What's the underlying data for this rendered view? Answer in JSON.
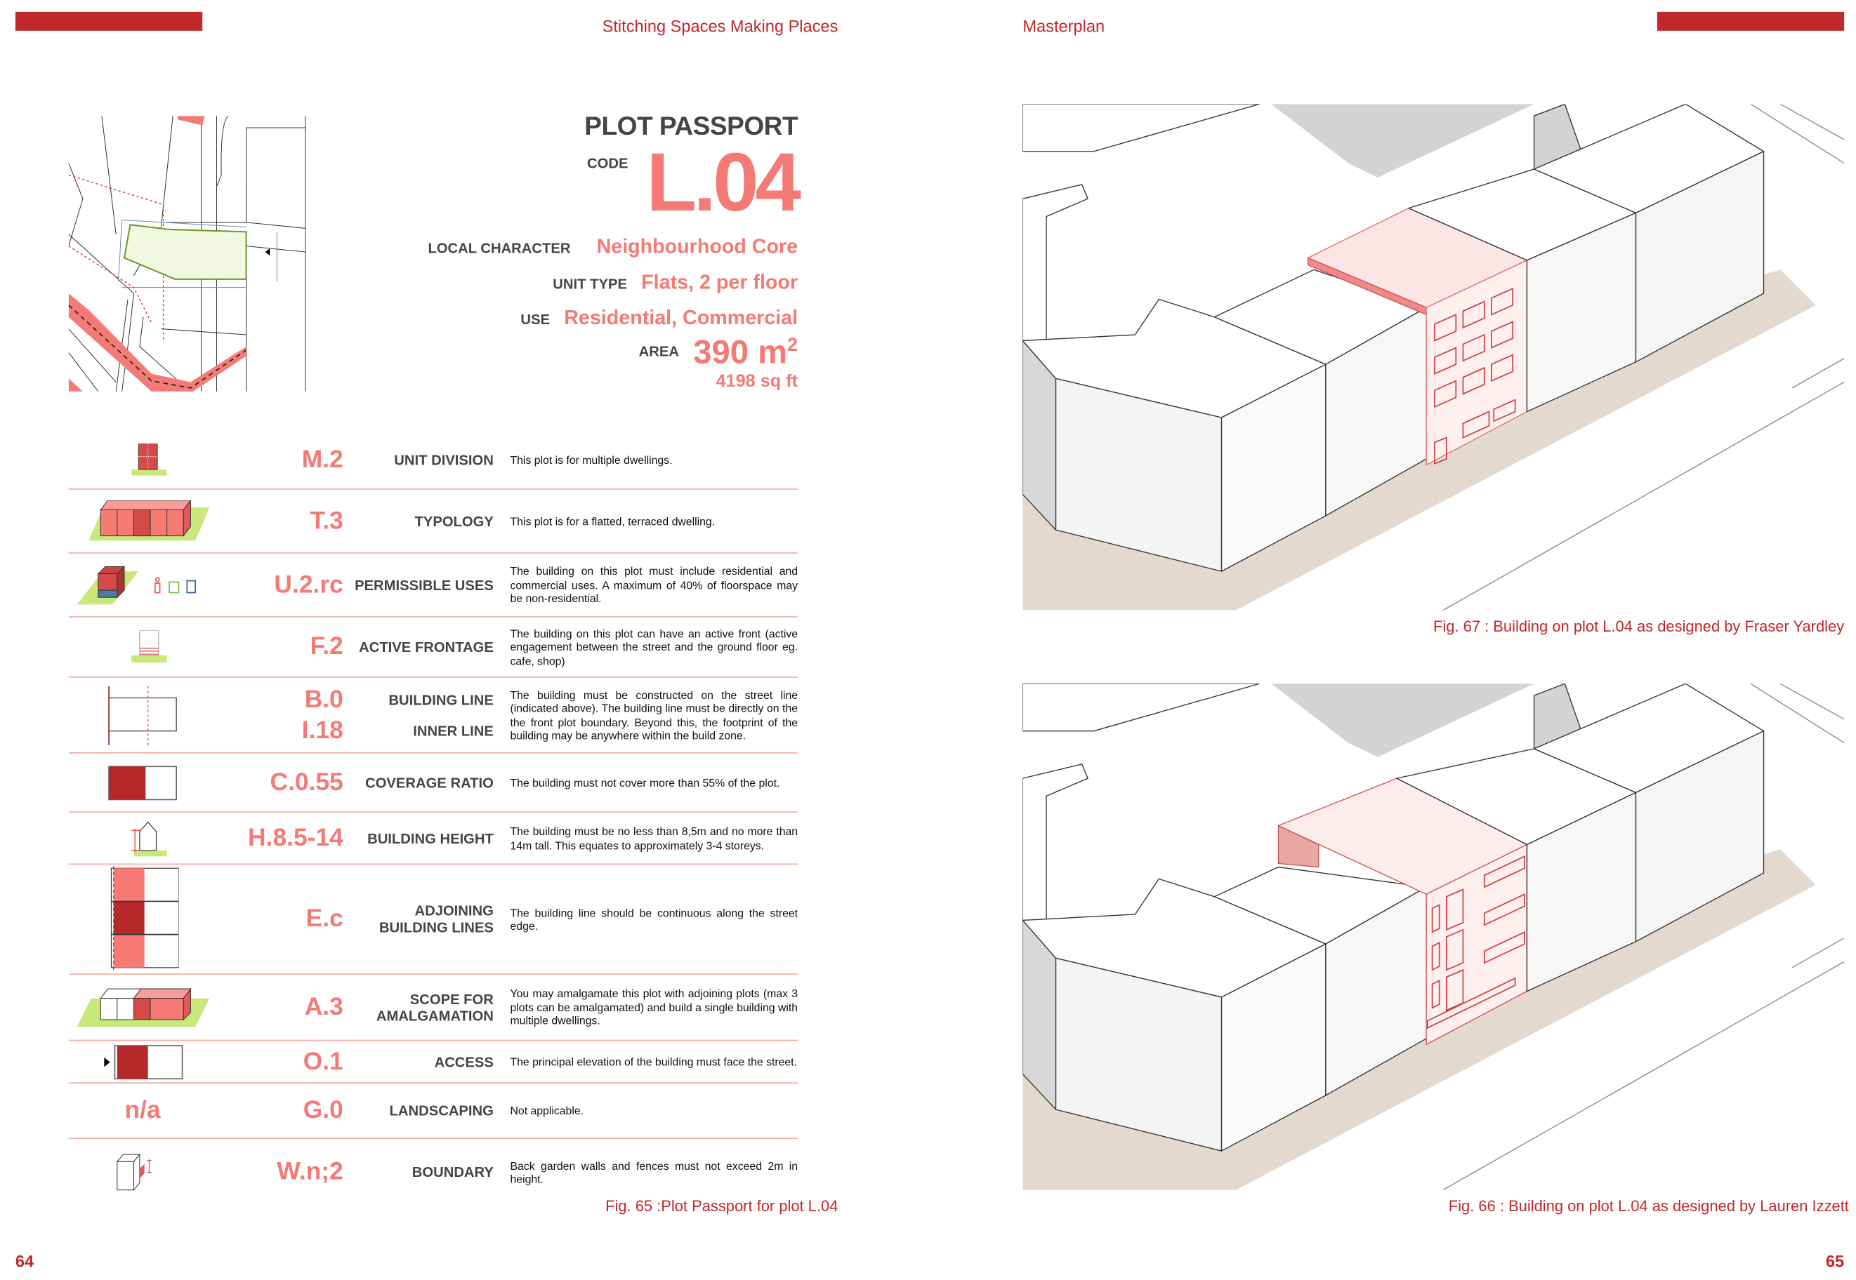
{
  "header": {
    "left": "Stitching Spaces Making Places",
    "right": "Masterplan"
  },
  "passport": {
    "title": "PLOT PASSPORT",
    "code_label": "CODE",
    "code": "L.04",
    "local_character_label": "LOCAL CHARACTER",
    "local_character": "Neighbourhood Core",
    "unit_type_label": "UNIT TYPE",
    "unit_type": "Flats, 2 per floor",
    "use_label": "USE",
    "use": "Residential, Commercial",
    "area_label": "AREA",
    "area": "390 m",
    "area_sup": "2",
    "area_ft": "4198 sq ft"
  },
  "rows": [
    {
      "icon": "unit-division-icon",
      "code": "M.2",
      "label": "UNIT DIVISION",
      "desc": "This plot is for multiple dwellings."
    },
    {
      "icon": "typology-icon",
      "code": "T.3",
      "label": "TYPOLOGY",
      "desc": "This plot is for a flatted, terraced dwelling."
    },
    {
      "icon": "permissible-uses-icon",
      "code": "U.2.rc",
      "label": "PERMISSIBLE USES",
      "desc": "The building on this plot must include residential and commercial uses. A maximum of 40% of floorspace may be non-residential."
    },
    {
      "icon": "active-frontage-icon",
      "code": "F.2",
      "label": "ACTIVE FRONTAGE",
      "desc": "The building on this plot can have an active front (active engagement between the street and the ground floor eg. cafe, shop)"
    },
    {
      "icon": "building-line-icon",
      "code": "B.0",
      "code2": "I.18",
      "label": "BUILDING LINE",
      "label2": "INNER LINE",
      "desc": "The building must be constructed on the street line (indicated above). The building line must be directly on the the front plot boundary. Beyond this, the footprint of the building may be anywhere within the build zone."
    },
    {
      "icon": "coverage-ratio-icon",
      "code": "C.0.55",
      "label": "COVERAGE RATIO",
      "desc": "The building must not cover more than 55% of the plot."
    },
    {
      "icon": "building-height-icon",
      "code": "H.8.5-14",
      "label": "BUILDING HEIGHT",
      "desc": "The building must be no less than 8,5m and no more than 14m tall. This equates to approximately 3-4 storeys."
    },
    {
      "icon": "adjoining-lines-icon",
      "code": "E.c",
      "label": "ADJOINING BUILDING LINES",
      "desc": "The building line should be continuous along the street edge."
    },
    {
      "icon": "amalgamation-icon",
      "code": "A.3",
      "label": "SCOPE FOR AMALGAMATION",
      "desc": "You may amalgamate this plot with adjoining plots (max 3 plots can be amalgamated) and build a single building with multiple dwellings."
    },
    {
      "icon": "access-icon",
      "code": "O.1",
      "label": "ACCESS",
      "desc": "The principal elevation of the building must face the street."
    },
    {
      "icon_text": "n/a",
      "code": "G.0",
      "label": "LANDSCAPING",
      "desc": "Not applicable."
    },
    {
      "icon": "boundary-icon",
      "code": "W.n;2",
      "label": "BOUNDARY",
      "desc": "Back garden walls and fences must not exceed 2m in height."
    }
  ],
  "captions": {
    "fig65": "Fig. 65 :Plot Passport for plot L.04",
    "fig67": "Fig. 67 : Building on plot L.04 as designed by Fraser Yardley",
    "fig66": "Fig. 66 : Building on plot L.04 as designed by Lauren Izzett"
  },
  "pages": {
    "left": "64",
    "right": "65"
  },
  "colors": {
    "accent": "#c0282a",
    "code": "#f47a75",
    "plot_green": "#c8e87a"
  }
}
